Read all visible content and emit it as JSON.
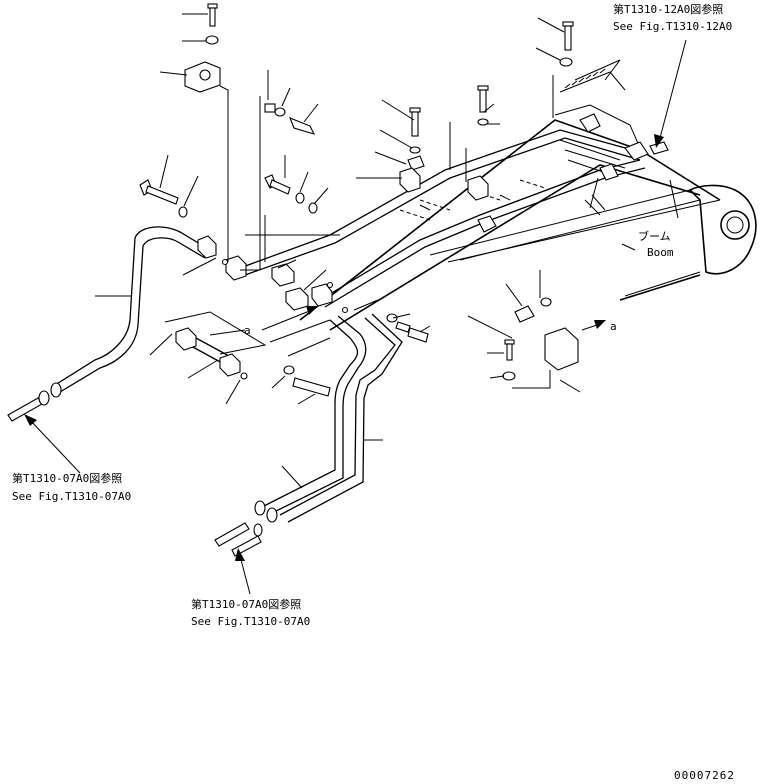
{
  "references": {
    "top_right": {
      "line1": "第T1310-12A0図参照",
      "line2": "See Fig.T1310-12A0"
    },
    "left": {
      "line1": "第T1310-07A0図参照",
      "line2": "See Fig.T1310-07A0"
    },
    "bottom": {
      "line1": "第T1310-07A0図参照",
      "line2": "See Fig.T1310-07A0"
    }
  },
  "boom_label": {
    "jp": "ブーム",
    "en": "Boom"
  },
  "view_markers": {
    "left": "a",
    "right": "a"
  },
  "drawing_number": "00007262"
}
